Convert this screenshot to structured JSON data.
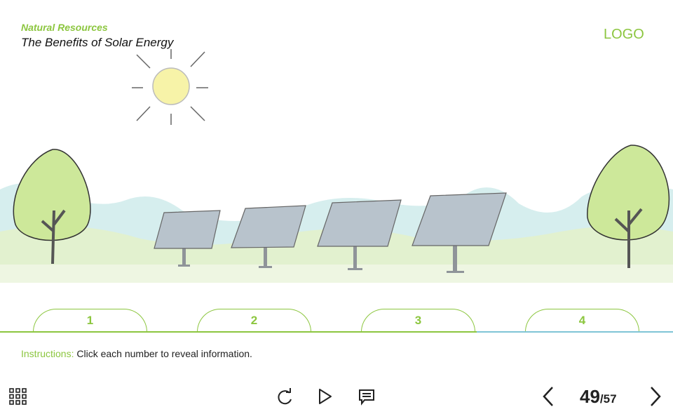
{
  "header": {
    "subtitle": "Natural Resources",
    "title": "The Benefits of Solar Energy",
    "logo": "LOGO"
  },
  "tabs": [
    {
      "label": "1"
    },
    {
      "label": "2"
    },
    {
      "label": "3"
    },
    {
      "label": "4"
    }
  ],
  "instructions": {
    "label": "Instructions:",
    "text": " Click each number to reveal information."
  },
  "footer": {
    "menu_icon": "grid-icon",
    "replay_icon": "replay-icon",
    "play_icon": "play-icon",
    "notes_icon": "notes-icon",
    "prev_icon": "chevron-left-icon",
    "next_icon": "chevron-right-icon",
    "current_page": "49",
    "total_pages": "/57"
  },
  "colors": {
    "accent": "#8cc63f",
    "text": "#222222"
  }
}
